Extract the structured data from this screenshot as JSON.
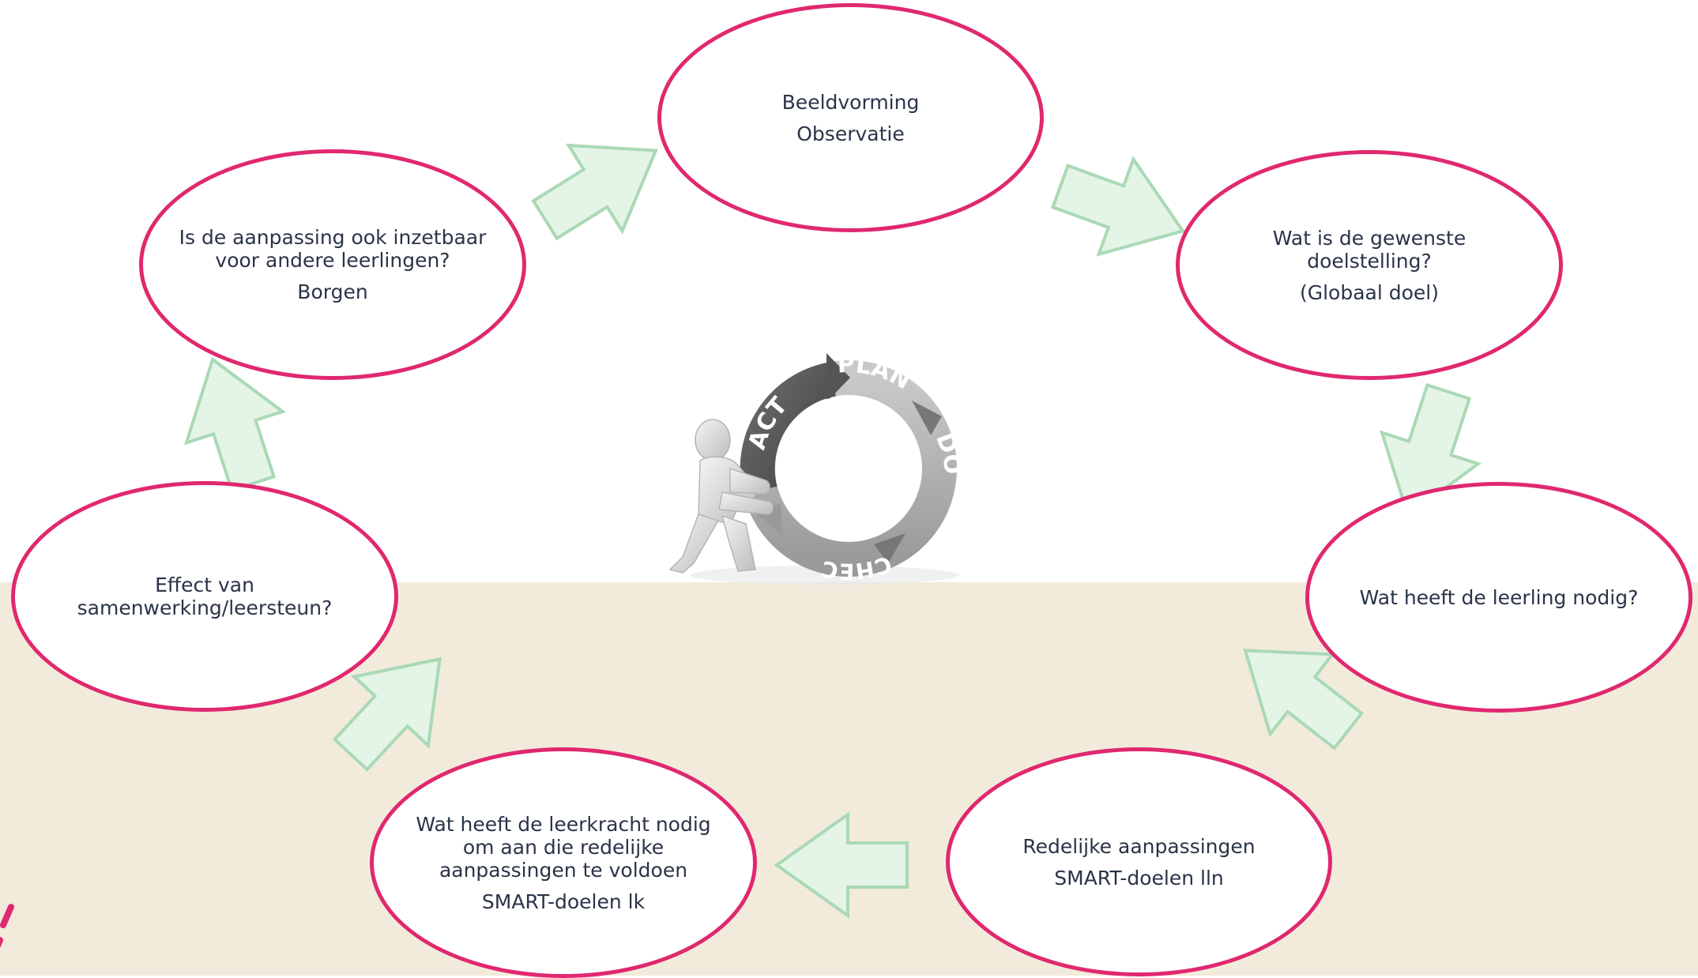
{
  "colors": {
    "ellipse_border": "#e0286f",
    "arrow_fill": "#e4f4e6",
    "arrow_stroke": "#a9d9b5",
    "floor": "#f2ebdc",
    "text": "#2a3448"
  },
  "center_figure": {
    "segments": {
      "plan": "PLAN",
      "do": "DO",
      "check": "CHECK",
      "act": "ACT"
    }
  },
  "nodes": {
    "observe": {
      "lines": [
        "Beeldvorming",
        "Observatie"
      ]
    },
    "goal": {
      "lines": [
        "Wat is de gewenste",
        "doelstelling?"
      ],
      "sub": "(Globaal doel)"
    },
    "student_needs": {
      "lines": [
        "Wat heeft de leerling nodig?"
      ]
    },
    "adjustments": {
      "lines": [
        "Redelijke aanpassingen"
      ],
      "sub": "SMART-doelen lln"
    },
    "teacher_needs": {
      "lines": [
        "Wat heeft de leerkracht nodig",
        "om aan die redelijke",
        "aanpassingen te voldoen"
      ],
      "sub": "SMART-doelen lk"
    },
    "effect": {
      "lines": [
        "Effect van",
        "samenwerking/leersteun?"
      ]
    },
    "secure": {
      "lines": [
        "Is de aanpassing ook inzetbaar",
        "voor andere leerlingen?"
      ],
      "sub": "Borgen"
    }
  }
}
